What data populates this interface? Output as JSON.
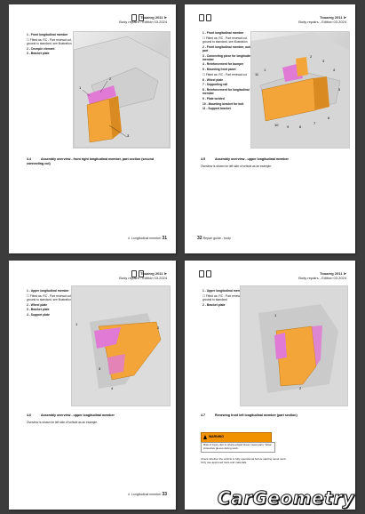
{
  "pages": [
    {
      "id": "p31",
      "header": {
        "title": "Touareg 2011 ➤",
        "subtitle": "Body repairs - Edition 03.2024"
      },
      "legend": [
        {
          "text": "1 - Front longitudinal member",
          "bold": true
        },
        {
          "text": "☐ Fitted as: RC - Part renewal cut, ground to standard, see illustration",
          "bold": false
        },
        {
          "text": "2 - Crumple element",
          "bold": true
        },
        {
          "text": "3 - Bracket plate",
          "bold": true
        }
      ],
      "callouts": [
        "1",
        "2",
        "3"
      ],
      "section": {
        "num": "4.4",
        "title": "Assembly overview - front right longitudinal member, part section (second connecting cut)"
      },
      "footer": {
        "text": "4. Longitudinal member",
        "page": "31"
      }
    },
    {
      "id": "p32",
      "header": {
        "title": "Touareg 2011 ➤",
        "subtitle": "Body repairs - Edition 03.2024"
      },
      "legend": [
        {
          "text": "1 - Front longitudinal member",
          "bold": true
        },
        {
          "text": "☐ Fitted as: RC - Part renewal cut, ground to standard, see illustration",
          "bold": false
        },
        {
          "text": "2 - Front longitudinal member, outer part",
          "bold": true
        },
        {
          "text": "3 - Connecting piece for longitudinal member",
          "bold": true
        },
        {
          "text": "4 - Reinforcement for bumper",
          "bold": true
        },
        {
          "text": "5 - Mounting front panel",
          "bold": true
        },
        {
          "text": "☐ Fitted as: RC - Part renewal cut",
          "bold": false
        },
        {
          "text": "6 - Wheel plate",
          "bold": true
        },
        {
          "text": "7 - Supporting rail",
          "bold": true
        },
        {
          "text": "8 - Reinforcement for longitudinal member",
          "bold": true
        },
        {
          "text": "9 - Plate welded",
          "bold": true
        },
        {
          "text": "10 - Mounting bracket for bolt",
          "bold": true
        },
        {
          "text": "11 - Support bracket",
          "bold": true
        }
      ],
      "callouts": [
        "11",
        "1",
        "2",
        "3",
        "4",
        "5",
        "6",
        "7",
        "8",
        "9",
        "10"
      ],
      "section": {
        "num": "4.5",
        "title": "Assembly overview - upper longitudinal member"
      },
      "sub": "Overview is shown for left side of vehicle as an example.",
      "footer": {
        "text": "Repair guide - body",
        "page": "32"
      }
    },
    {
      "id": "p33",
      "header": {
        "title": "Touareg 2011 ➤",
        "subtitle": "Body repairs - Edition 03.2024"
      },
      "legend": [
        {
          "text": "1 - Upper longitudinal member",
          "bold": true
        },
        {
          "text": "☐ Fitted as: RC - Part renewal cut, ground to standard, see illustration",
          "bold": false
        },
        {
          "text": "2 - Wheel plate",
          "bold": true
        },
        {
          "text": "3 - Bracket plate",
          "bold": true
        },
        {
          "text": "4 - Support plate",
          "bold": true
        }
      ],
      "callouts": [
        "1",
        "2",
        "3",
        "4"
      ],
      "section": {
        "num": "4.6",
        "title": "Assembly overview - upper longitudinal member"
      },
      "sub": "Overview is shown for left side of vehicle as an example.",
      "footer": {
        "text": "4. Longitudinal member",
        "page": "33"
      }
    },
    {
      "id": "p34",
      "header": {
        "title": "Touareg 2011 ➤",
        "subtitle": "Body repairs - Edition 03.2024"
      },
      "legend": [
        {
          "text": "1 - Upper longitudinal member",
          "bold": true
        },
        {
          "text": "☐ Fitted as: RC - Part renewal cut, ground to standard",
          "bold": false
        },
        {
          "text": "2 - Bracket plate",
          "bold": true
        }
      ],
      "callouts": [
        "1",
        "2"
      ],
      "section": {
        "num": "4.7",
        "title": "Renewing front left longitudinal member (part section)"
      },
      "warning": {
        "label": "WARNING",
        "text": "Risk of injury due to sharp-edged sheet metal parts. Wear protective gloves during work."
      },
      "notes": [
        "Check whether the vehicle is fully operational before starting repair work.",
        "Only use approved tools and materials."
      ],
      "footer": {
        "text": "",
        "page": ""
      }
    }
  ],
  "brand": "CarGeometry",
  "colors": {
    "highlight": "#e07ad4",
    "part": "#f3a53a",
    "warning": "#f29100"
  }
}
